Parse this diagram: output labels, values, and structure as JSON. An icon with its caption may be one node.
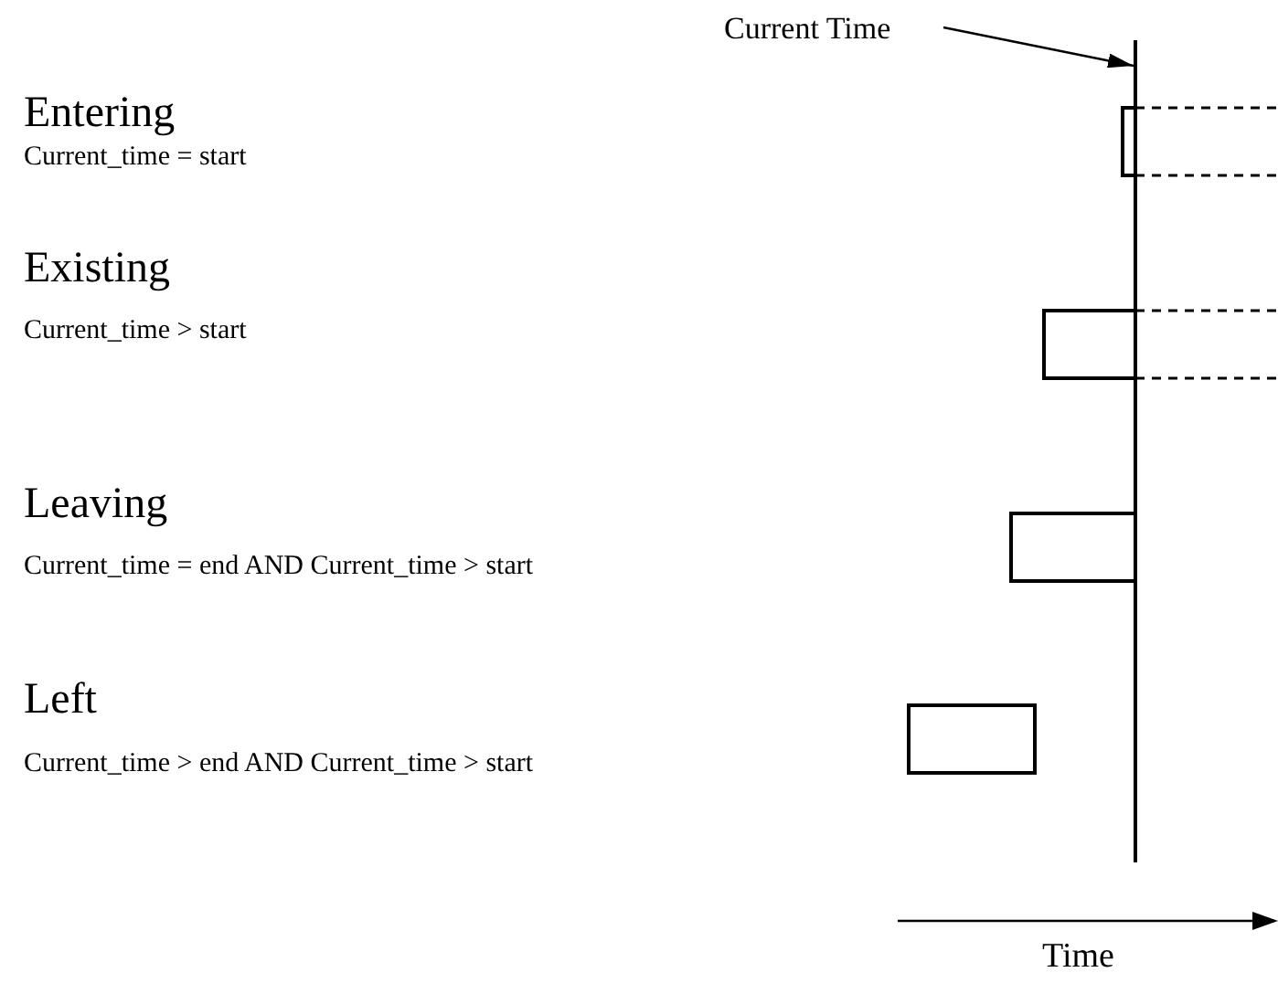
{
  "diagram": {
    "nodes": [
      {
        "text": [
          "Current Time"
        ]
      },
      {
        "text": [],
        "shape": "bar"
      }
    ],
    "edges": [
      {
        "from": 0,
        "to": 1,
        "arrow": "to"
      }
    ],
    "labels": [
      "Entering",
      "Current_time = start",
      "Existing",
      "Current_time > start",
      "Leaving",
      "Current_time = end AND Current_time > start",
      "Left",
      "Current_time > end AND Current_time > start",
      "Time"
    ]
  }
}
